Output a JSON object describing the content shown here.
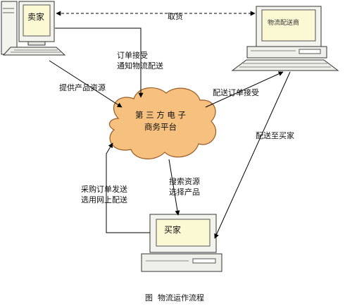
{
  "nodes": {
    "seller": "卖家",
    "logistics": "物流配送商",
    "buyer": "买家",
    "platform_line1": "第 三 方 电 子",
    "platform_line2": "商务平台"
  },
  "edges": {
    "pickup": "取货",
    "order_accept_1": "订单接受",
    "order_accept_2": "通知物流配送",
    "provide_resources": "提供产品资源",
    "delivery_order_accept": "配送订单接受",
    "deliver_to_buyer": "配送至买家",
    "search_1": "搜索资源",
    "search_2": "选择产品",
    "purchase_1": "采购订单发送",
    "purchase_2": "选用网上配送"
  },
  "caption": "图  物流运作流程",
  "colors": {
    "screen_fill": "#fbf8d4",
    "cloud_fill": "#f6c07e",
    "cloud_stroke": "#9a5a24",
    "line": "#000000"
  }
}
